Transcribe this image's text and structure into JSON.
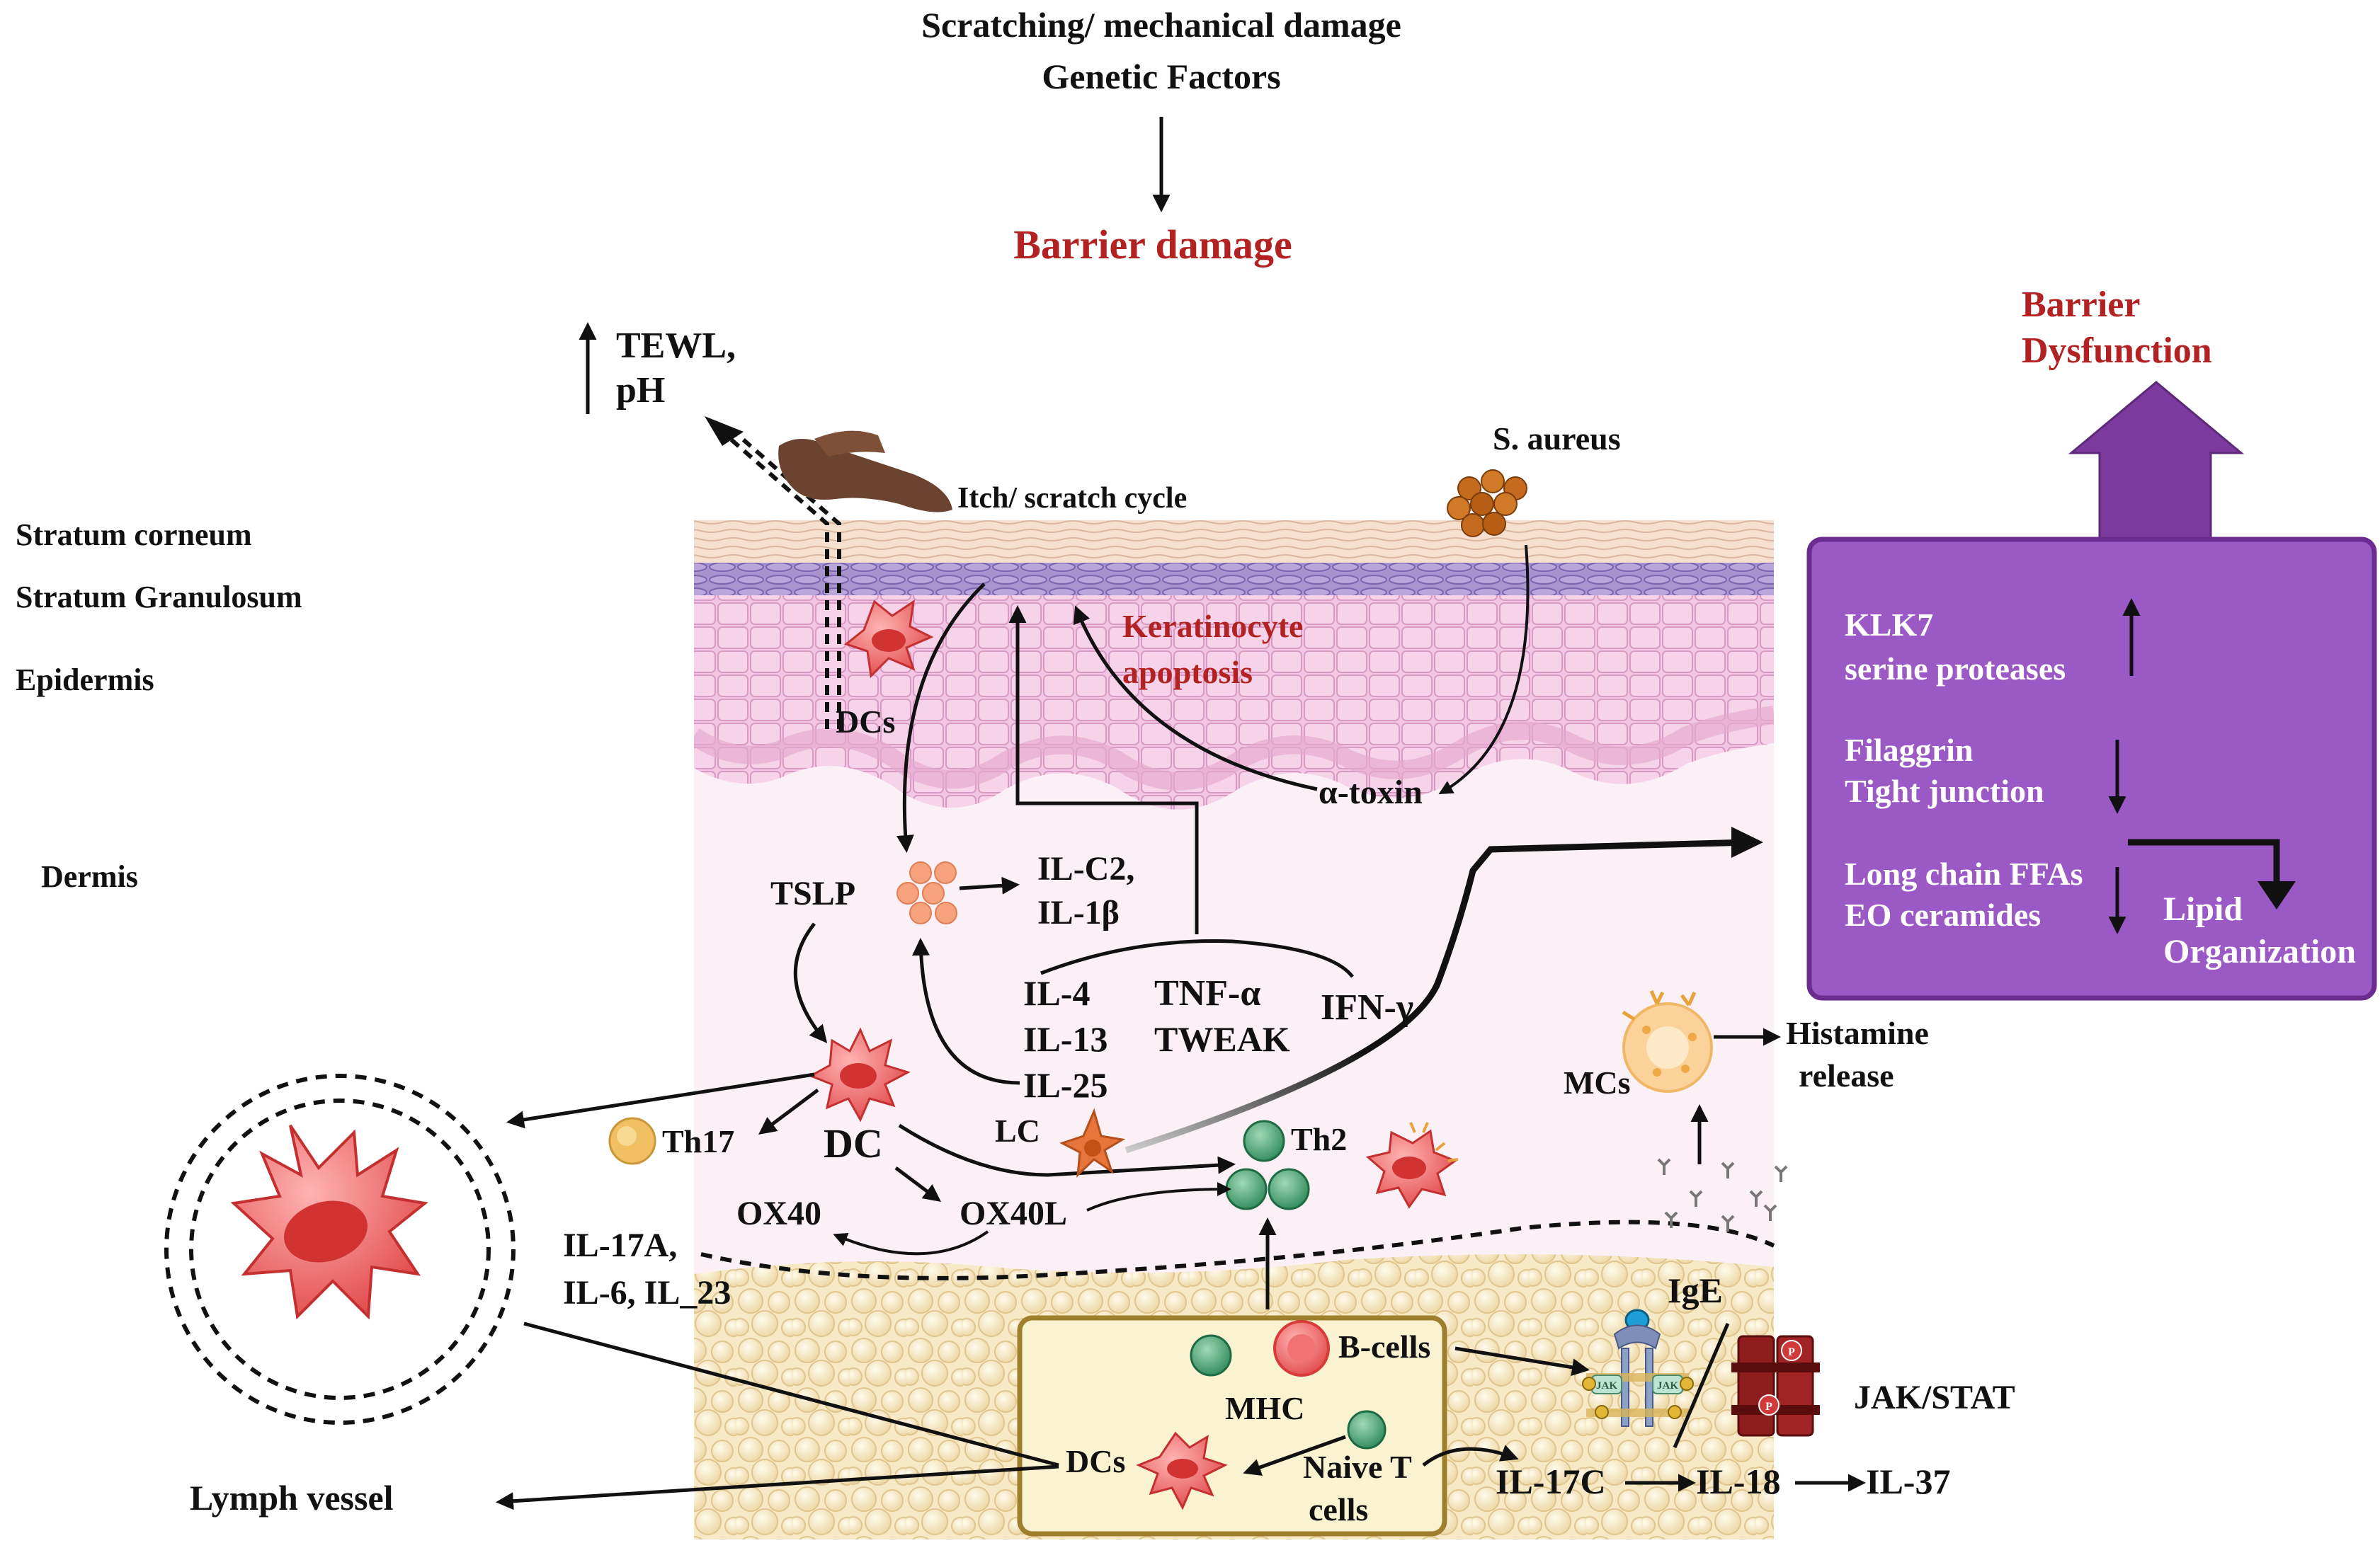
{
  "header": {
    "cause_line1": "Scratching/ mechanical damage",
    "cause_line2": "Genetic Factors",
    "barrier_damage": "Barrier damage"
  },
  "layers": {
    "stratum_corneum": "Stratum corneum",
    "stratum_granulosum": "Stratum Granulosum",
    "epidermis": "Epidermis",
    "dermis": "Dermis"
  },
  "labels": {
    "tewl_line1": "TEWL,",
    "tewl_line2": "pH",
    "itch_cycle": "Itch/ scratch cycle",
    "s_aureus": "S. aureus",
    "keratinocyte_line1": "Keratinocyte",
    "keratinocyte_line2": "apoptosis",
    "dcs_epidermis": "DCs",
    "alpha_toxin": "α-toxin",
    "tslp": "TSLP",
    "ilc2_line1": "IL-C2,",
    "ilc2_line2": "IL-1β",
    "il4": "IL-4",
    "il13": "IL-13",
    "il25": "IL-25",
    "tnf_alpha": "TNF-α",
    "tweak": "TWEAK",
    "ifn_gamma": "IFN-γ",
    "th17": "Th17",
    "dc": "DC",
    "lc": "LC",
    "th2": "Th2",
    "ox40": "OX40",
    "ox40l": "OX40L",
    "il17a_line1": "IL-17A,",
    "il17a_line2": "IL-6, IL_23",
    "mcs": "MCs",
    "histamine_line1": "Histamine",
    "histamine_line2": "release",
    "ige": "IgE",
    "jak_stat": "JAK/STAT",
    "jak": "JAK",
    "phospho": "P",
    "b_cells": "B-cells",
    "mhc": "MHC",
    "dcs_lymph": "DCs",
    "naive_t_line1": "Naive T",
    "naive_t_line2": "cells",
    "lymph_vessel": "Lymph vessel",
    "il17c": "IL-17C",
    "il18": "IL-18",
    "il37": "IL-37"
  },
  "dysfunction_panel": {
    "title_line1": "Barrier",
    "title_line2": "Dysfunction",
    "klk7_line1": "KLK7",
    "klk7_line2": "serine proteases",
    "filaggrin_line1": "Filaggrin",
    "filaggrin_line2": "Tight junction",
    "ffa_line1": "Long chain FFAs",
    "ffa_line2": "EO ceramides",
    "lipid_line1": "Lipid",
    "lipid_line2": "Organization"
  },
  "colors": {
    "accent_red": "#b22222",
    "panel_purple": "#9b59c6",
    "panel_border": "#6a2d8f",
    "arrow_purple": "#7d3a9e",
    "dermis_pink": "#fcf0f7",
    "epidermis_pink": "#f0bfe0",
    "granulosum_purple": "#9d84c8",
    "corneum_beige": "#f4dccc",
    "fat_cream": "#f7e8c6",
    "lymph_box_fill": "#faf3d2",
    "lymph_box_border": "#9e7f2e"
  }
}
